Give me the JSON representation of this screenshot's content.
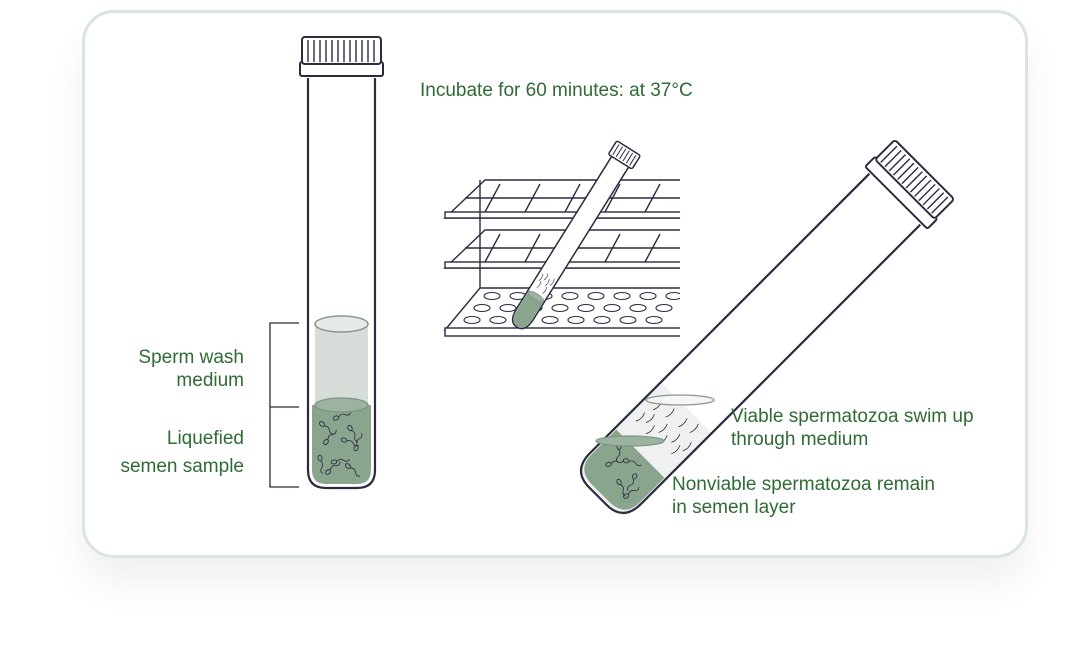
{
  "labels": {
    "incubate": "Incubate for 60 minutes: at 37°C",
    "sperm_wash_line1": "Sperm wash",
    "sperm_wash_line2": "medium",
    "liquefied_line1": "Liquefied",
    "liquefied_line2": "semen sample",
    "viable_line1": "Viable spermatozoa swim up",
    "viable_line2": "through medium",
    "nonviable_line1": "Nonviable spermatozoa remain",
    "nonviable_line2": "in semen layer"
  },
  "colors": {
    "text_green": "#2f6b35",
    "outline": "#2b2b40",
    "semen_fill": "#8aa58e",
    "medium_fill": "#d6dcd8",
    "card_border": "#d9e6df"
  },
  "icons": [
    "test-tube-upright",
    "test-tube-rack",
    "test-tube-tilted",
    "sperm-cells"
  ]
}
